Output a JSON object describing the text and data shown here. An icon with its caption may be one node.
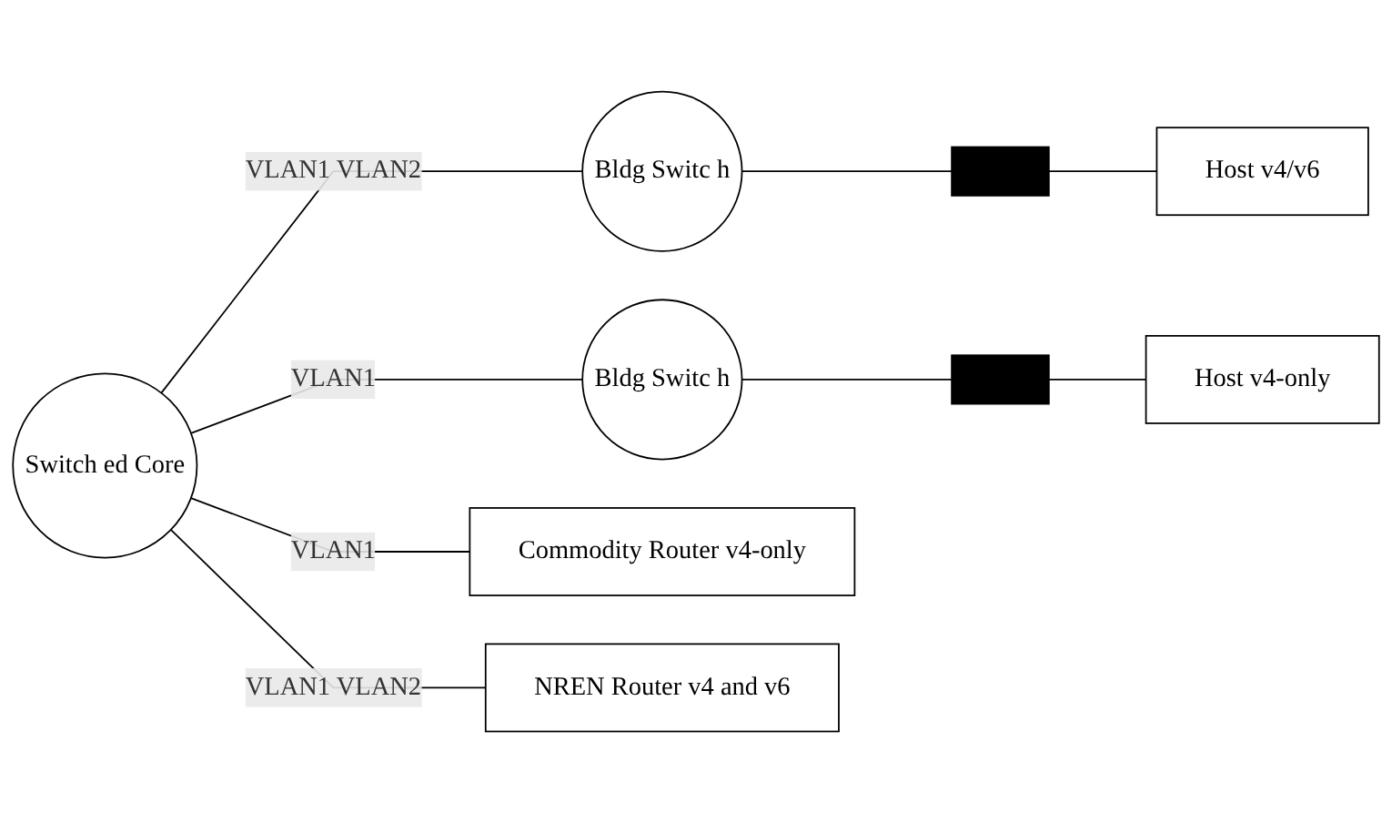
{
  "diagram": {
    "nodes": [
      {
        "text": [
          "Switch ed Core"
        ]
      },
      {
        "text": [
          "Bldg Switc h"
        ]
      },
      {
        "text": [
          "Bldg Switc h"
        ]
      },
      {
        "text": [],
        "shape": "bar"
      },
      {
        "text": [
          "Host v4/v6"
        ]
      },
      {
        "text": [],
        "shape": "bar"
      },
      {
        "text": [
          "Host v4-only"
        ]
      },
      {
        "text": [
          "Commodity Router v4-only"
        ]
      },
      {
        "text": [
          "NREN Router v4 and v6"
        ]
      }
    ],
    "edges": [
      {
        "from": 0,
        "to": 1,
        "arrow": "none",
        "label": "VLAN1 VLAN2"
      },
      {
        "from": 0,
        "to": 2,
        "arrow": "none",
        "label": "VLAN1"
      },
      {
        "from": 0,
        "to": 7,
        "arrow": "none",
        "label": "VLAN1"
      },
      {
        "from": 0,
        "to": 8,
        "arrow": "none",
        "label": "VLAN1 VLAN2"
      },
      {
        "from": 1,
        "to": 3,
        "arrow": "none"
      },
      {
        "from": 3,
        "to": 4,
        "arrow": "none"
      },
      {
        "from": 2,
        "to": 5,
        "arrow": "none"
      },
      {
        "from": 5,
        "to": 6,
        "arrow": "none"
      }
    ]
  }
}
